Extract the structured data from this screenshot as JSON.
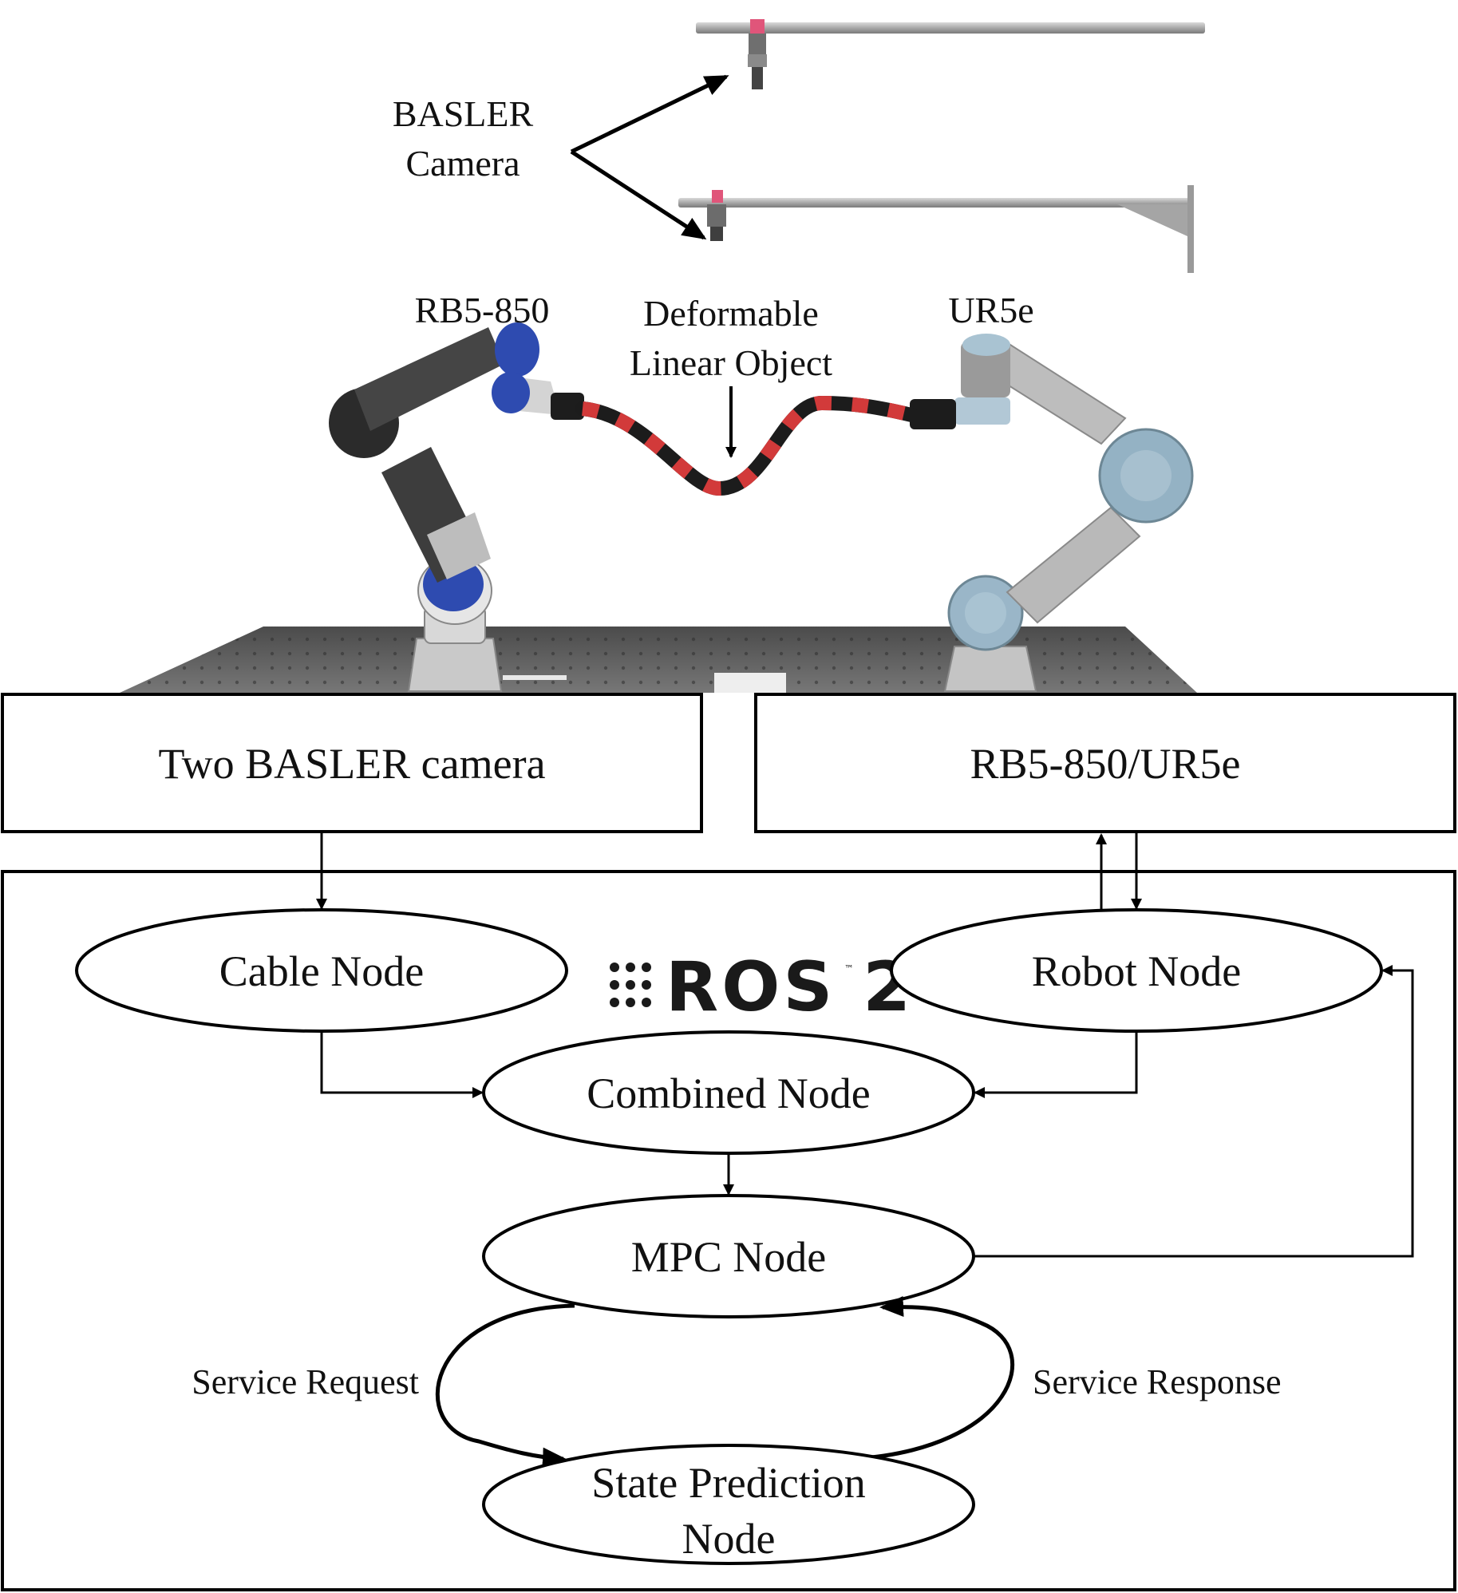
{
  "photo_labels": {
    "camera_line1": "BASLER",
    "camera_line2": "Camera",
    "left_robot": "RB5-850",
    "right_robot": "UR5e",
    "dlo_line1": "Deformable",
    "dlo_line2": "Linear Object"
  },
  "hardware_boxes": {
    "cameras": "Two BASLER camera",
    "robots": "RB5-850/UR5e"
  },
  "ros": {
    "logo_text": "ROS 2",
    "tm": "™"
  },
  "nodes": {
    "cable": "Cable Node",
    "robot": "Robot Node",
    "combined": "Combined Node",
    "mpc": "MPC Node",
    "state_line1": "State Prediction",
    "state_line2": "Node"
  },
  "service": {
    "request": "Service Request",
    "response": "Service Response"
  },
  "icons": {
    "ros_dots": "ros-dots-icon"
  },
  "colors": {
    "line": "#000000",
    "cable_red": "#d23a3a",
    "cable_black": "#1c1c1c",
    "table": "#5a5a5a",
    "rb_blue": "#2e4bb0",
    "ur_blue": "#8fb3c9"
  }
}
